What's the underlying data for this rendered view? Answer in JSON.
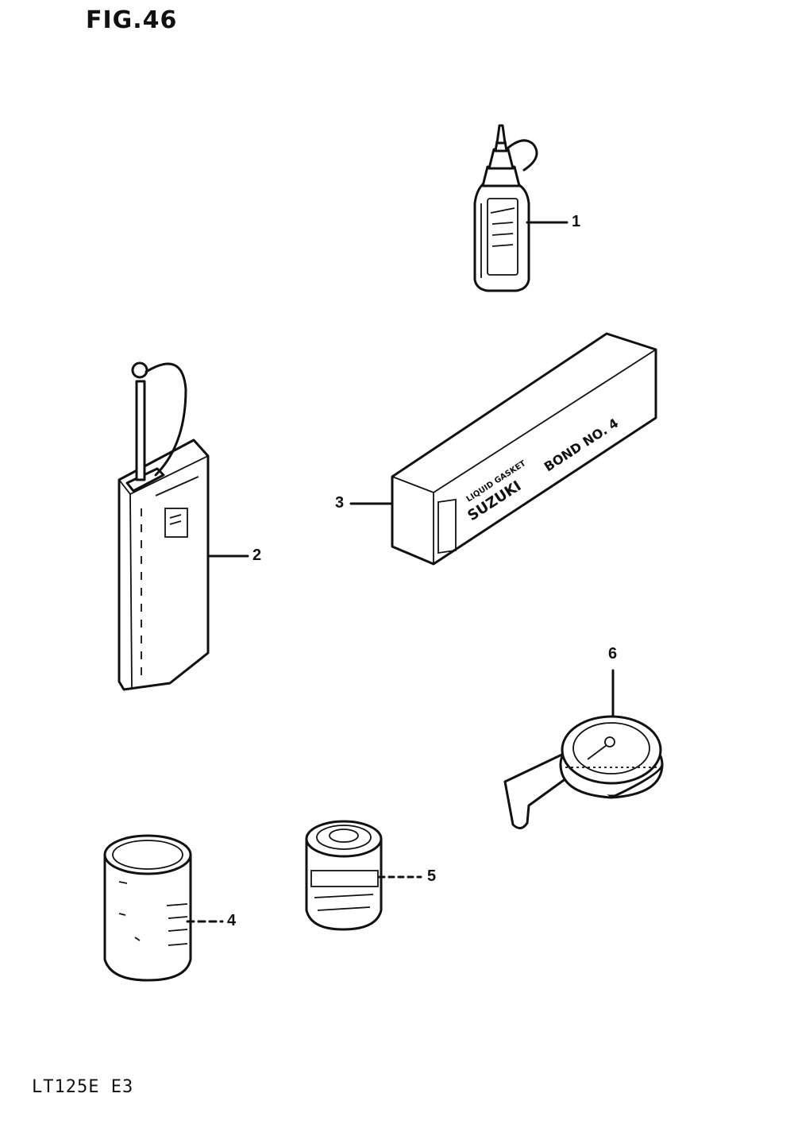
{
  "figure_title": "FIG.46",
  "model_code": "LT125E E3",
  "parts": [
    {
      "ref": "1"
    },
    {
      "ref": "2"
    },
    {
      "ref": "3"
    },
    {
      "ref": "4"
    },
    {
      "ref": "5"
    },
    {
      "ref": "6"
    }
  ],
  "box_label": {
    "line1": "LIQUID GASKET",
    "brand": "SUZUKI",
    "product": "BOND NO. 4"
  }
}
